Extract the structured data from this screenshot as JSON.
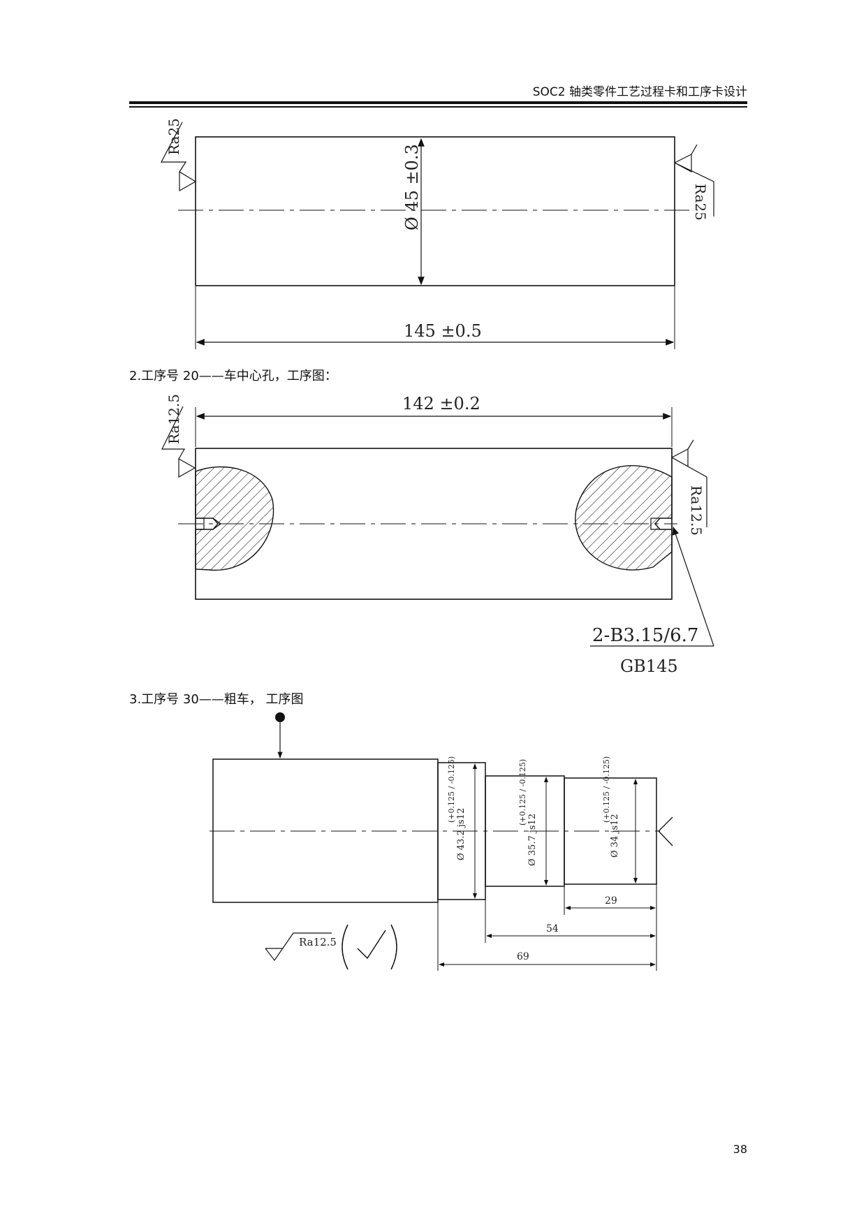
{
  "header": {
    "title": "SOC2 轴类零件工艺过程卡和工序卡设计"
  },
  "figure1": {
    "ra_left": "Ra25",
    "ra_right": "Ra25",
    "diameter": "Ø 45 ±0.3",
    "length": "145 ±0.5"
  },
  "caption2": "2.工序号 20——车中心孔，工序图：",
  "figure2": {
    "length": "142 ±0.2",
    "ra_left": "Ra12.5",
    "ra_right": "Ra12.5",
    "callout_line1": "2-B3.15/6.7",
    "callout_line2": "GB145"
  },
  "caption3": "3.工序号 30——粗车，  工序图",
  "figure3": {
    "dia1": "Ø 43.2 js12",
    "dia1_tol": "(+0.125 / -0.125)",
    "dia2": "Ø 35.7 js12",
    "dia2_tol": "(+0.125 / -0.125)",
    "dia3": "Ø 34 js12",
    "dia3_tol": "(+0.125 / -0.125)",
    "len1": "29",
    "len2": "54",
    "len3": "69",
    "roughness": "Ra12.5"
  },
  "page_number": "38"
}
